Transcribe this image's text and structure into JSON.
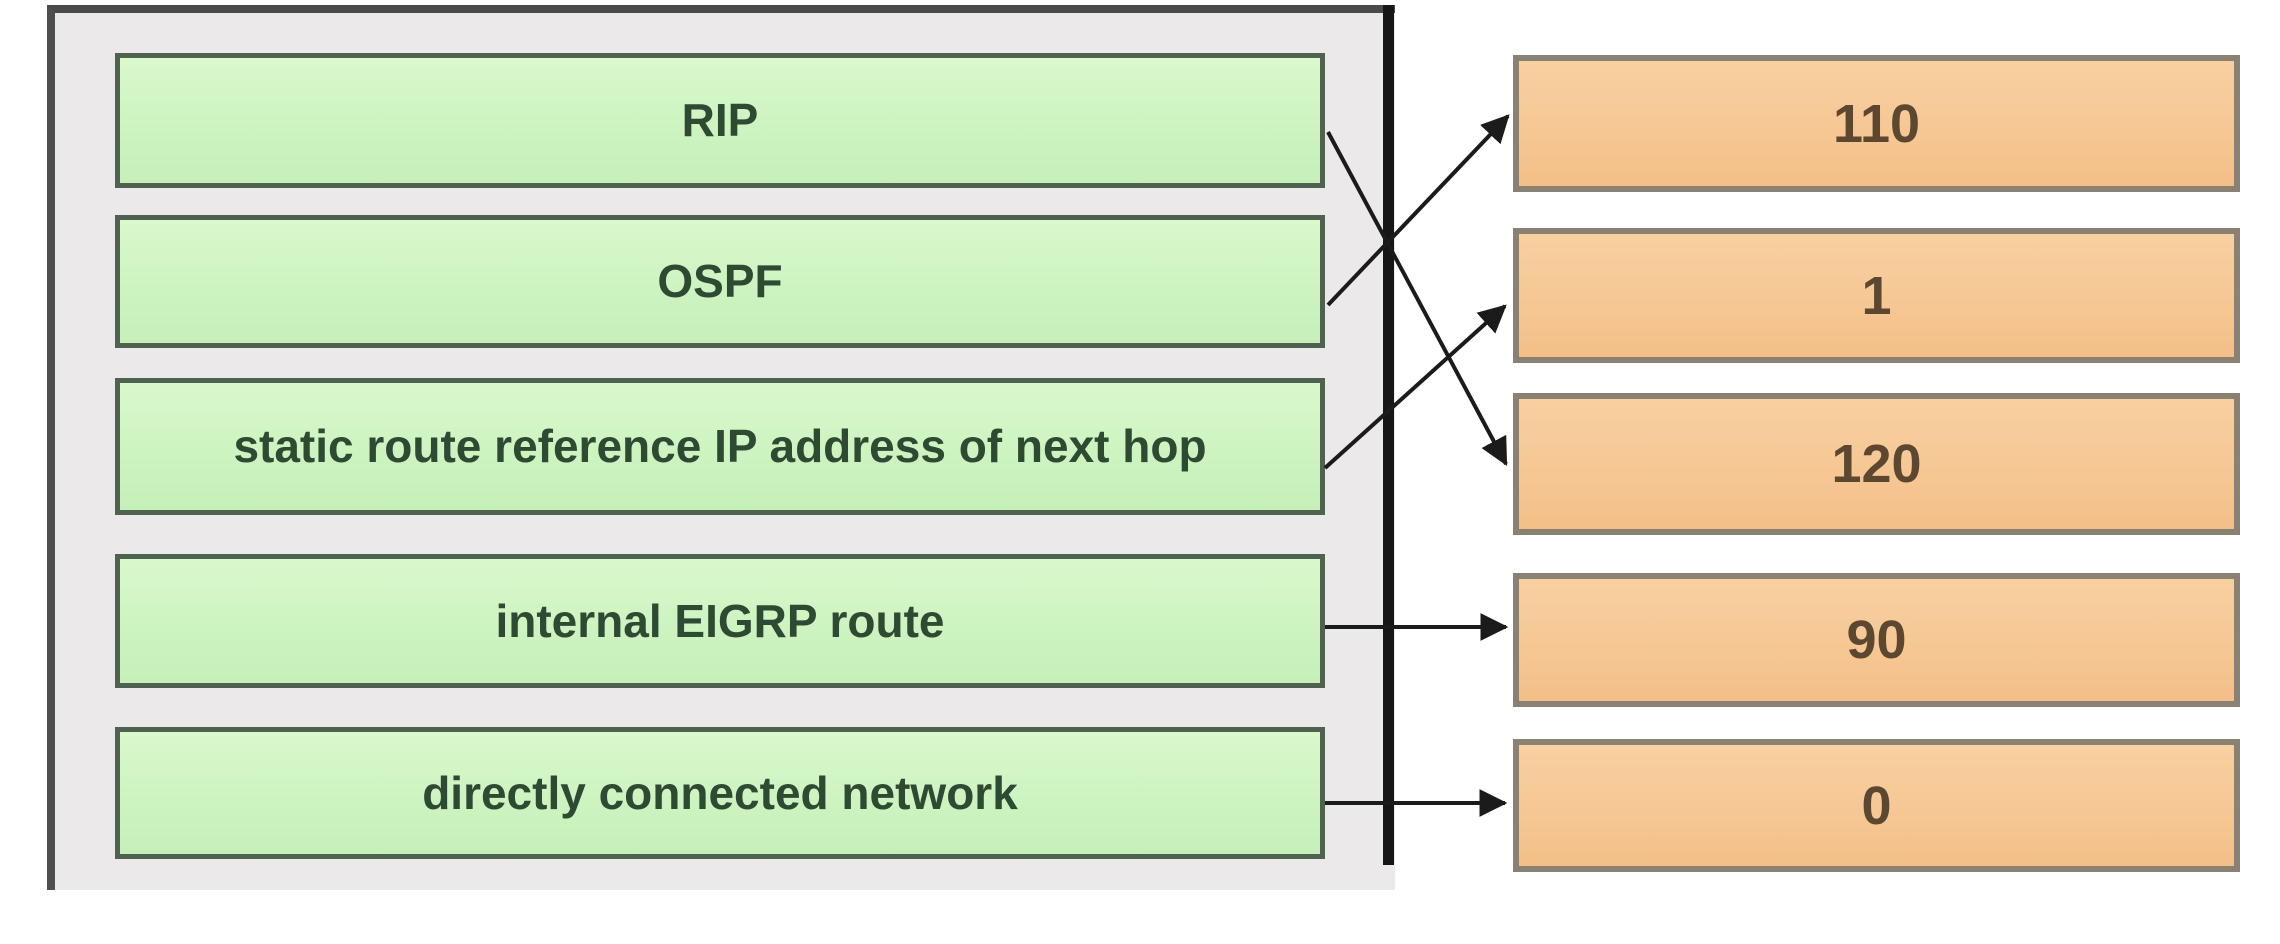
{
  "diagram": {
    "type": "matching-diagram",
    "topic": "routing protocol administrative distances",
    "left_items": [
      {
        "id": "rip",
        "label": "RIP"
      },
      {
        "id": "ospf",
        "label": "OSPF"
      },
      {
        "id": "static",
        "label": "static route reference IP address of next hop"
      },
      {
        "id": "eigrp",
        "label": "internal EIGRP route"
      },
      {
        "id": "connected",
        "label": "directly connected network"
      }
    ],
    "right_items": [
      {
        "id": "ad110",
        "label": "110"
      },
      {
        "id": "ad1",
        "label": "1"
      },
      {
        "id": "ad120",
        "label": "120"
      },
      {
        "id": "ad90",
        "label": "90"
      },
      {
        "id": "ad0",
        "label": "0"
      }
    ],
    "connections": [
      {
        "from": "RIP",
        "to": "120"
      },
      {
        "from": "OSPF",
        "to": "110"
      },
      {
        "from": "static route reference IP address of next hop",
        "to": "1"
      },
      {
        "from": "internal EIGRP route",
        "to": "90"
      },
      {
        "from": "directly connected network",
        "to": "0"
      }
    ],
    "colors": {
      "left_box_fill": "#cdf4c0",
      "left_box_border": "#4f614f",
      "left_text": "#2f4a33",
      "right_box_fill": "#f6c795",
      "right_box_border": "#8b8173",
      "right_text": "#5c4730",
      "container_fill": "#ebe9e9",
      "container_border": "#4a4a4a",
      "container_right_border": "#161616",
      "arrow": "#1b1b1b"
    }
  }
}
